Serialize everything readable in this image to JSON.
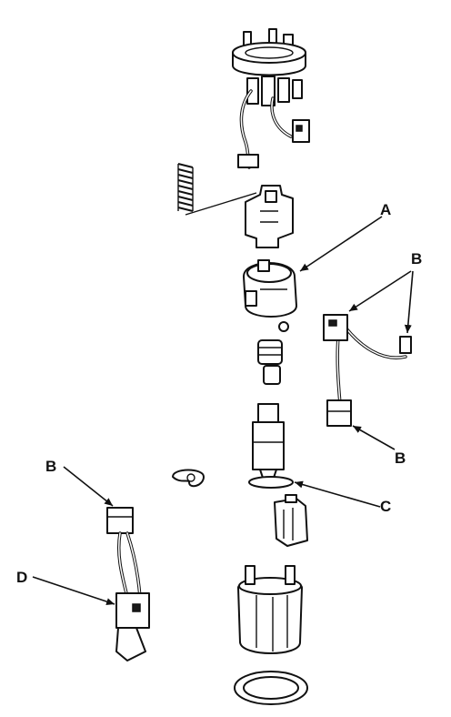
{
  "figure": {
    "callouts": {
      "a": "A",
      "b_top_right": "B",
      "b_lower_right": "B",
      "b_left": "B",
      "c": "C",
      "d": "D"
    },
    "colors": {
      "line": "#111111",
      "background": "#ffffff"
    }
  }
}
